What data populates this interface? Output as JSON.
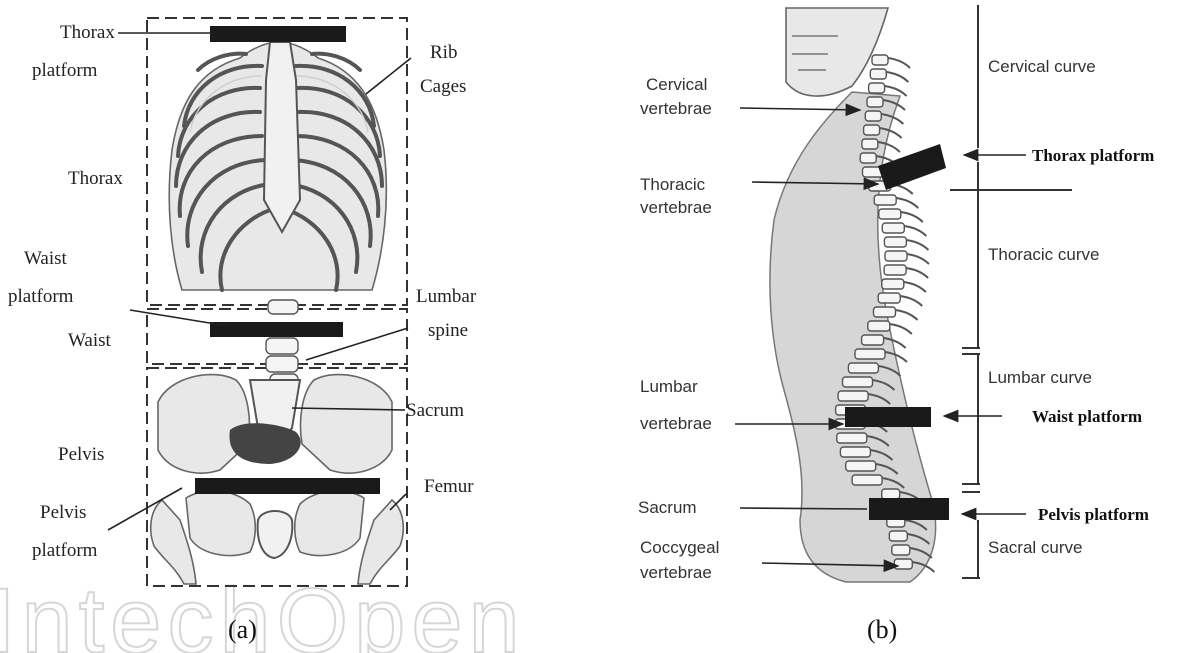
{
  "panel_a": {
    "caption": "(a)",
    "labels": {
      "thorax_platform_l1": "Thorax",
      "thorax_platform_l2": "platform",
      "rib_cages_l1": "Rib",
      "rib_cages_l2": "Cages",
      "thorax": "Thorax",
      "waist_platform_l1": "Waist",
      "waist_platform_l2": "platform",
      "lumbar_spine_l1": "Lumbar",
      "lumbar_spine_l2": "spine",
      "waist": "Waist",
      "sacrum": "Sacrum",
      "pelvis": "Pelvis",
      "femur": "Femur",
      "pelvis_platform_l1": "Pelvis",
      "pelvis_platform_l2": "platform"
    }
  },
  "panel_b": {
    "caption": "(b)",
    "labels": {
      "cervical_vertebrae_l1": "Cervical",
      "cervical_vertebrae_l2": "vertebrae",
      "thoracic_vertebrae_l1": "Thoracic",
      "thoracic_vertebrae_l2": "vertebrae",
      "lumbar_vertebrae_l1": "Lumbar",
      "lumbar_vertebrae_l2": "vertebrae",
      "sacrum": "Sacrum",
      "coccygeal_vertebrae_l1": "Coccygeal",
      "coccygeal_vertebrae_l2": "vertebrae",
      "cervical_curve": "Cervical curve",
      "thoracic_curve": "Thoracic curve",
      "lumbar_curve": "Lumbar curve",
      "sacral_curve": "Sacral curve",
      "thorax_platform": "Thorax platform",
      "waist_platform": "Waist platform",
      "pelvis_platform": "Pelvis platform"
    }
  },
  "watermark": "IntechOpen"
}
